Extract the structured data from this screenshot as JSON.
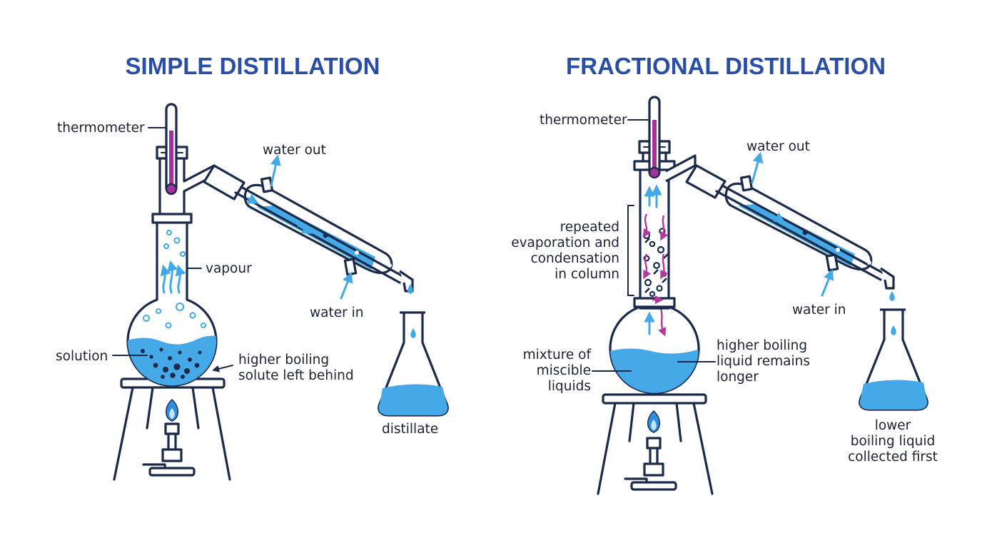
{
  "diagram": {
    "simple": {
      "title": "SIMPLE DISTILLATION",
      "labels": {
        "thermometer": "thermometer",
        "water_out": "water out",
        "vapour": "vapour",
        "water_in": "water in",
        "solution": "solution",
        "solute_line1": "higher boiling",
        "solute_line2": "solute left behind",
        "distillate": "distillate"
      }
    },
    "fractional": {
      "title": "FRACTIONAL DISTILLATION",
      "labels": {
        "thermometer": "thermometer",
        "water_out": "water out",
        "column_line1": "repeated",
        "column_line2": "evaporation and",
        "column_line3": "condensation",
        "column_line4": "in column",
        "water_in": "water in",
        "mixture_line1": "mixture of",
        "mixture_line2": "miscible",
        "mixture_line3": "liquids",
        "remains_line1": "higher boiling",
        "remains_line2": "liquid remains",
        "remains_line3": "longer",
        "collected_line1": "lower",
        "collected_line2": "boiling liquid",
        "collected_line3": "collected first"
      }
    },
    "colors": {
      "title": "#2a4ea6",
      "outline": "#1b2a4a",
      "liquid": "#44a9e6",
      "thermometer_fluid": "#a0349a",
      "flame": "#2f8ee0",
      "column_arrows": "#b03a9e"
    }
  }
}
